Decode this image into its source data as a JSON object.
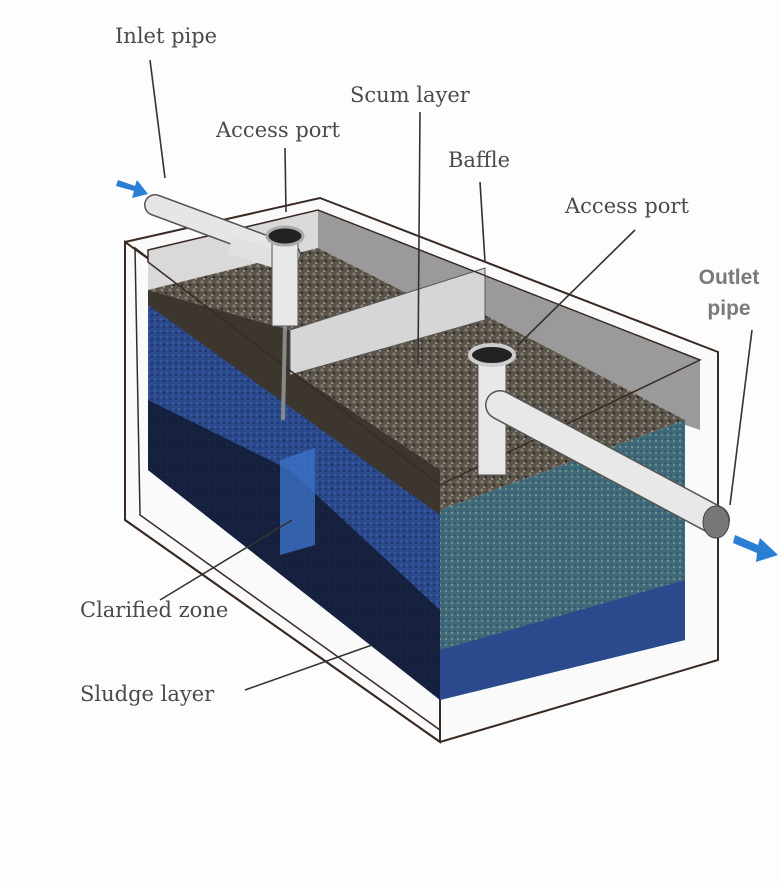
{
  "labels": {
    "inlet_pipe": "Inlet pipe",
    "access_port_left": "Access port",
    "scum_layer": "Scum layer",
    "baffle": "Baffle",
    "access_port_right": "Access port",
    "outlet_pipe_line1": "Outlet",
    "outlet_pipe_line2": "pipe",
    "clarified_zone": "Clarified zone",
    "sludge_layer": "Sludge layer"
  },
  "colors": {
    "water": "#2a4f9a",
    "sludge": "#1a2440",
    "scum": "#5a5248",
    "flow_arrow": "#2a7fd4"
  }
}
